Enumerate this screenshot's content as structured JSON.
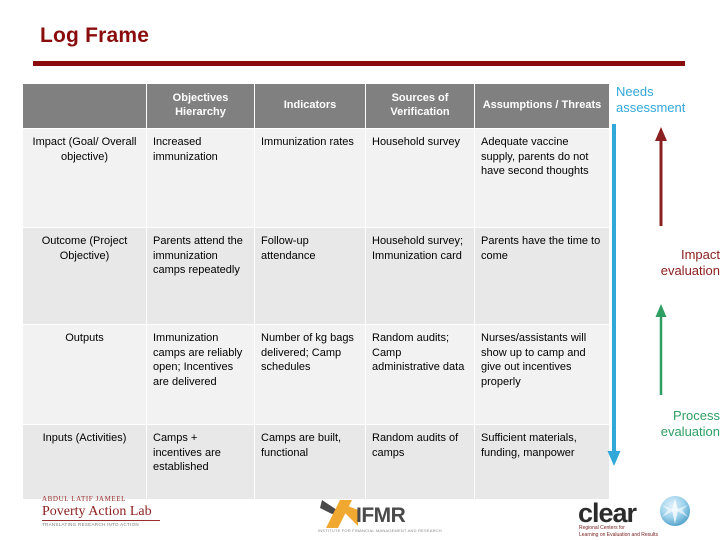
{
  "slide": {
    "title": "Log Frame"
  },
  "table": {
    "headers": [
      "",
      "Objectives Hierarchy",
      "Indicators",
      "Sources of Verification",
      "Assumptions / Threats"
    ],
    "rows": [
      {
        "level": "Impact (Goal/ Overall objective)",
        "objectives": "Increased immunization",
        "indicators": "Immunization rates",
        "sources": "Household survey",
        "assumptions": "Adequate vaccine supply, parents do not have second thoughts"
      },
      {
        "level": "Outcome (Project Objective)",
        "objectives": "Parents attend the immunization camps repeatedly",
        "indicators": "Follow-up attendance",
        "sources": "Household survey; Immunization card",
        "assumptions": "Parents have the time to come"
      },
      {
        "level": "Outputs",
        "objectives": "Immunization camps are reliably open; Incentives are delivered",
        "indicators": "Number of kg bags delivered; Camp schedules",
        "sources": "Random audits; Camp administrative data",
        "assumptions": "Nurses/assistants will show up to camp and give out incentives properly"
      },
      {
        "level": "Inputs (Activities)",
        "objectives": "Camps + incentives are established",
        "indicators": "Camps are built, functional",
        "sources": "Random audits of camps",
        "assumptions": "Sufficient materials, funding, manpower"
      }
    ]
  },
  "annotations": {
    "needs_assessment": {
      "label": "Needs assessment",
      "color": "#31A8D8",
      "direction": "down"
    },
    "impact_evaluation": {
      "label": "Impact evaluation",
      "color": "#8B2020",
      "direction": "up"
    },
    "process_evaluation": {
      "label": "Process evaluation",
      "color": "#2E9E63",
      "direction": "up"
    }
  },
  "logos": {
    "jpal": {
      "line1": "ABDUL LATIF JAMEEL",
      "line2": "Poverty Action Lab",
      "line3": "TRANSLATING RESEARCH INTO ACTION"
    },
    "ifmr": {
      "word": "IFMR",
      "sub": "INSTITUTE FOR FINANCIAL MANAGEMENT AND RESEARCH"
    },
    "clear": {
      "word": "clear",
      "sub_line1": "Regional Centers for",
      "sub_line2": "Learning on Evaluation and Results"
    }
  },
  "colors": {
    "title_red": "#8B0C0C",
    "header_gray": "#808080",
    "row_light": "#f2f2f2",
    "row_dark": "#e8e8e8"
  }
}
